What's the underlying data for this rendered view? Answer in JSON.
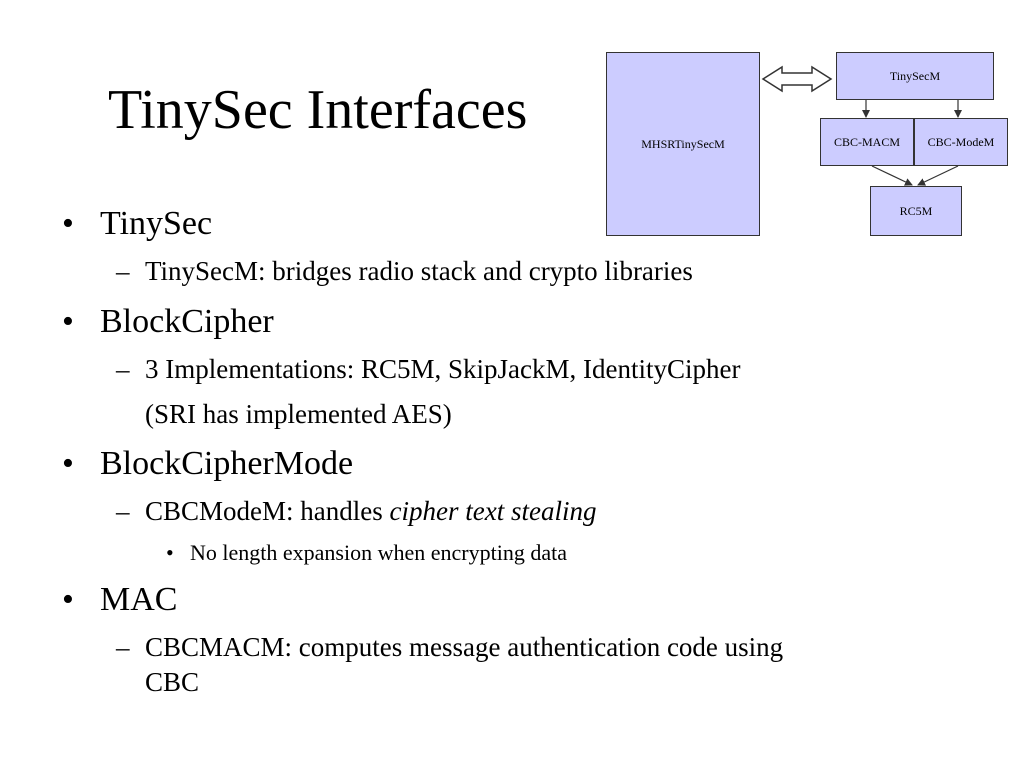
{
  "slide": {
    "title": "TinySec Interfaces"
  },
  "diagram": {
    "boxes": {
      "mhsr": "MHSRTinySecM",
      "tinysecm": "TinySecM",
      "cbc_macm": "CBC-MACM",
      "cbc_modem": "CBC-ModeM",
      "rc5m": "RC5M"
    },
    "colors": {
      "box_fill": "#ccccff",
      "box_border": "#333333",
      "arrow": "#333333"
    }
  },
  "markers": {
    "bullet": "•",
    "dash": "–"
  },
  "content": {
    "tinysec": {
      "heading": "TinySec",
      "sub": "TinySecM: bridges radio stack and crypto libraries"
    },
    "blockcipher": {
      "heading": "BlockCipher",
      "sub_line1": "3 Implementations: RC5M, SkipJackM, IdentityCipher",
      "sub_line2": "(SRI has implemented AES)"
    },
    "blockciphermode": {
      "heading": "BlockCipherMode",
      "sub_prefix": "CBCModeM: handles ",
      "sub_emphasis": "cipher text stealing",
      "subsub": "No length expansion when encrypting data"
    },
    "mac": {
      "heading": "MAC",
      "sub_line1": "CBCMACM: computes message authentication code using",
      "sub_line2": "CBC"
    }
  }
}
